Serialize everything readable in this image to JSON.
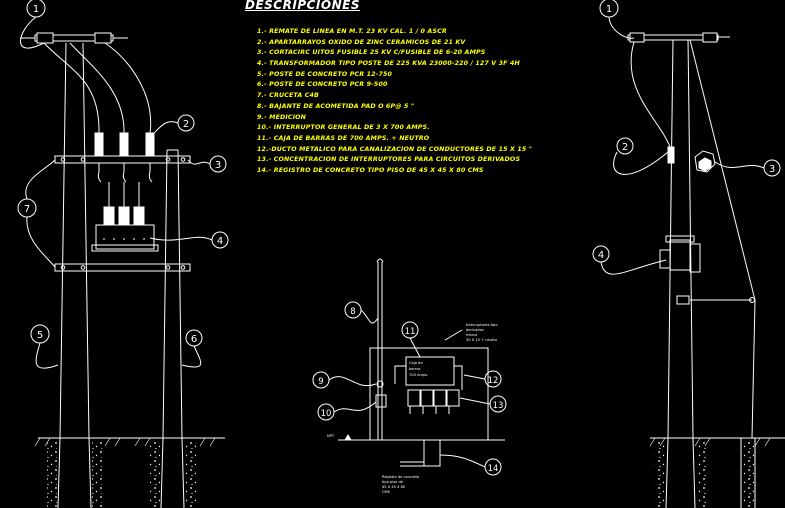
{
  "descriptions": {
    "title": "DESCRIPCIONES",
    "items": [
      "1.- REMATE DE LINEA EN M.T. 23 KV CAL. 1 / 0 ASCR",
      "2.- APARTARRAYOS OXIDO DE ZINC CERAMICOS DE 21 KV",
      "3.- CORTACIRC UITOS FUSIBLE 25 KV C/FUSIBLE DE 6-20 AMPS",
      "4.- TRANSFORMADOR TIPO POSTE DE 225 KVA 23000-220 / 127 V 3F 4H",
      "5.- POSTE DE CONCRETO PCR 12-750",
      "6.- POSTE DE CONCRETO PCR 9-500",
      "7.- CRUCETA C4B",
      "8.- BAJANTE DE ACOMETIDA PAD O 6P@ 5 \"",
      "9.- MEDICION",
      "10.- INTERRUPTOR GENERAL DE 3 X 700 AMPS.",
      "11.- CAJA DE BARRAS DE 700 AMPS. + NEUTRO",
      "12.-DUCTO METALICO PARA CANALIZACION DE CONDUCTORES DE  15 X 15  \"",
      "13.- CONCENTRACION DE INTERRUPTORES PARA CIRCUITOS DERIVADOS",
      "14.- REGISTRO DE CONCRETO TIPO PISO DE 45 X 45 X 80 CMS"
    ]
  },
  "callouts": {
    "c1": "1",
    "c2": "2",
    "c3": "3",
    "c4": "4",
    "c5": "5",
    "c6": "6",
    "c7": "7",
    "c8": "8",
    "c9": "9",
    "c10": "10",
    "c11": "11",
    "c12": "12",
    "c13": "13",
    "c14": "14",
    "r1": "1",
    "r2": "2",
    "r3": "3",
    "r4": "4"
  },
  "panel": {
    "box_line1": "Caja de",
    "box_line2": "barras",
    "box_line3": "700 Amps.",
    "note_lines": [
      "Interruptores tipo",
      "derivados",
      "marca",
      "30 X 15 + neutro"
    ],
    "ground_label": "NPT",
    "register_lines": [
      "Registro de concreto",
      "tipo piso de",
      "45 X 45 X 80",
      "CMS"
    ]
  },
  "colors": {
    "background": "#000000",
    "lines": "#ffffff",
    "descriptions": "#ffff00",
    "grid_text": "#ffffff"
  }
}
